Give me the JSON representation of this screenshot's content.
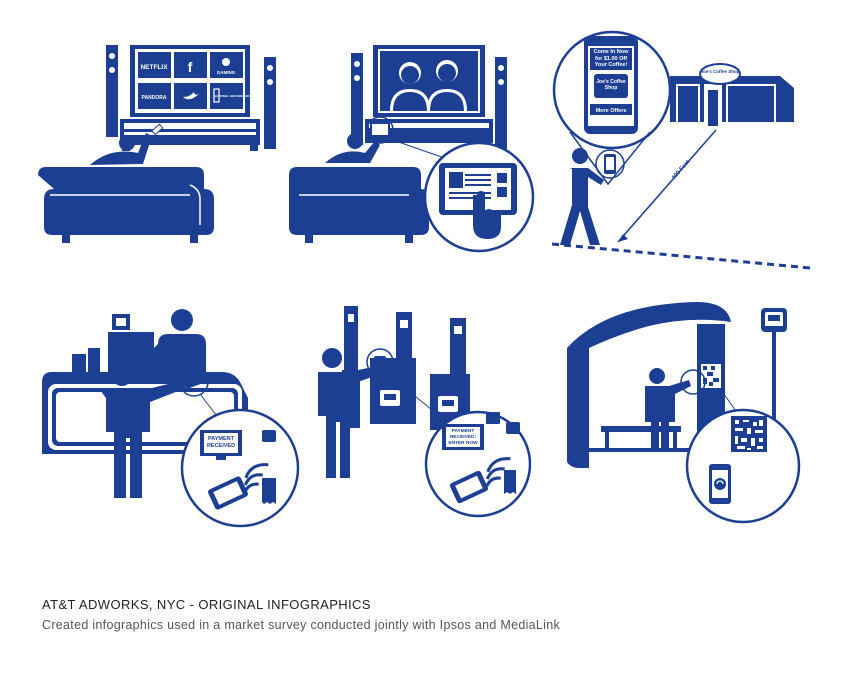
{
  "colors": {
    "brand": "#1c3f94",
    "white": "#ffffff",
    "caption": "#222222",
    "subcaption": "#555555"
  },
  "panels": {
    "living_room_tv": {
      "tiles": [
        "NETFLIX",
        "f",
        "GAMING",
        "PANDORA",
        "",
        "NATIONAL GEOGRAPHIC"
      ]
    },
    "coffee_shop": {
      "phone_text": "Come In Now for $1.00 Off Your Coffee!",
      "logo_text": "Joe's Coffee Shop",
      "button_text": "More Offers",
      "sign_text": "Joe's Coffee Shop",
      "distance": "400 Feet"
    },
    "checkout": {
      "message": "PAYMENT RECEIVED"
    },
    "subway": {
      "message": "PAYMENT RECEIVED: ENTER NOW"
    }
  },
  "caption": {
    "title": "AT&T ADWORKS, NYC - ORIGINAL INFOGRAPHICS",
    "subtitle": "Created infographics used in a market survey conducted jointly with Ipsos and MediaLink"
  }
}
